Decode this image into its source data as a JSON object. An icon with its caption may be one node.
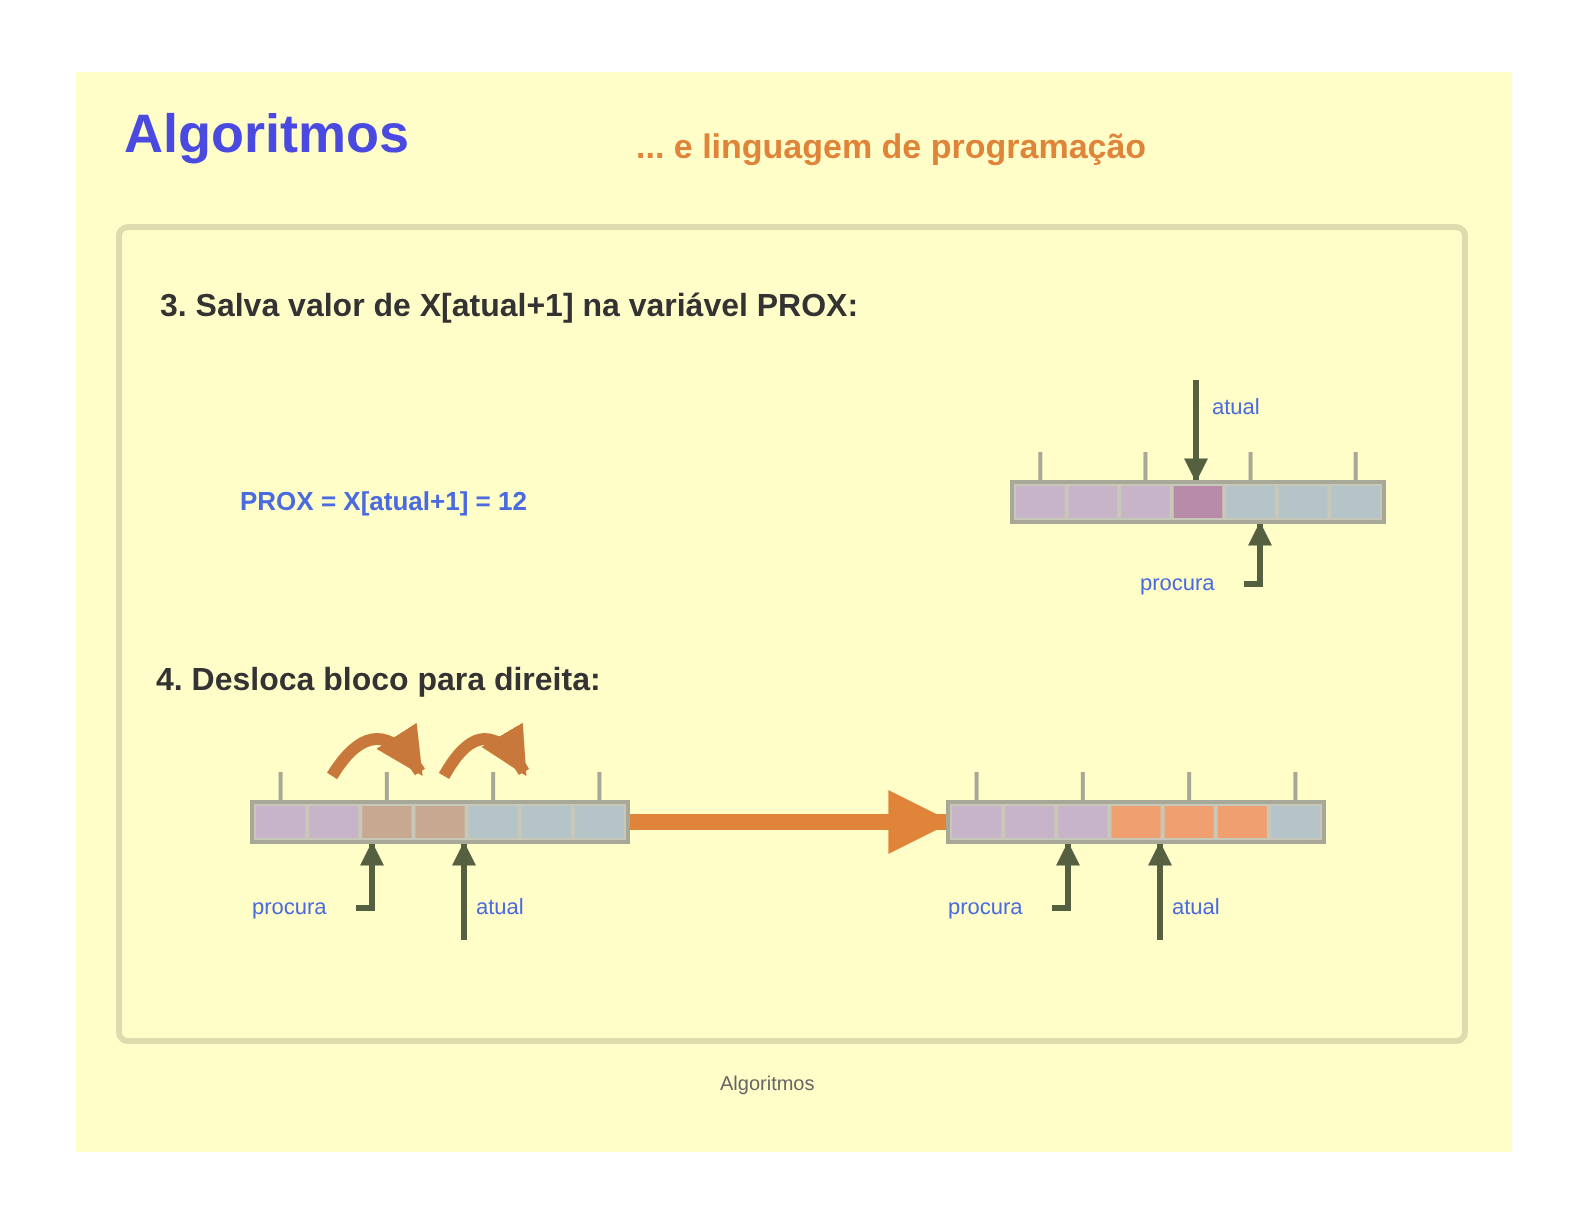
{
  "diagram": {
    "title": "Algoritmos",
    "nodes": [
      {
        "text": [],
        "shape": "bar"
      },
      {
        "text": [
          "atual"
        ]
      },
      {
        "text": [
          "procura"
        ]
      },
      {
        "text": [],
        "shape": "bar"
      },
      {
        "text": [
          "procura"
        ]
      },
      {
        "text": [
          "atual"
        ]
      },
      {
        "text": [],
        "shape": "bar"
      },
      {
        "text": [
          "procura"
        ]
      },
      {
        "text": [
          "atual"
        ]
      }
    ],
    "edges": [
      {
        "from": 1,
        "to": 0,
        "arrow": "to"
      },
      {
        "from": 2,
        "to": 0,
        "arrow": "to"
      },
      {
        "from": 4,
        "to": 3,
        "arrow": "to"
      },
      {
        "from": 5,
        "to": 3,
        "arrow": "to"
      },
      {
        "from": 3,
        "to": 6,
        "arrow": "to",
        "style": "thick",
        "color": "#e0843a"
      },
      {
        "from": 7,
        "to": 6,
        "arrow": "to"
      },
      {
        "from": 8,
        "to": 6,
        "arrow": "to"
      }
    ],
    "labels": [
      "... e linguagem de programação",
      "3. Salva valor de X[atual+1] na variável PROX:",
      "PROX = X[atual+1] = 12",
      "4. Desloca bloco para direita:",
      "Algoritmos"
    ]
  }
}
